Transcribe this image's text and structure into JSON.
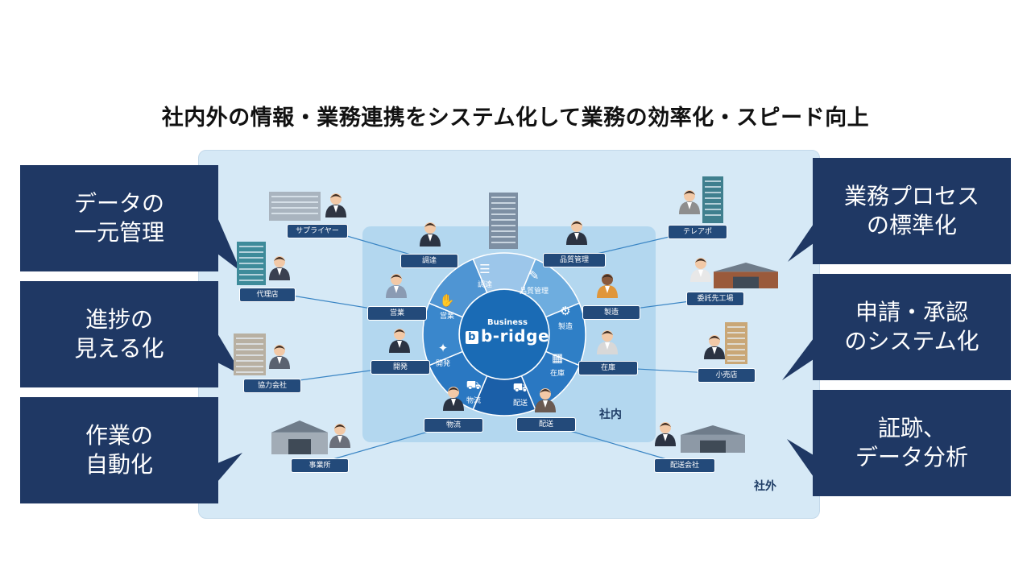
{
  "title": "社内外の情報・業務連携をシステム化して業務の効率化・スピード向上",
  "zones": {
    "internal": "社内",
    "external": "社外"
  },
  "hub": {
    "line1": "Business",
    "line2": "b-ridge",
    "logo_letter": "b",
    "color": "#1a6bb5"
  },
  "callouts_left": [
    {
      "text": "データの\n一元管理"
    },
    {
      "text": "進捗の\n見える化"
    },
    {
      "text": "作業の\n自動化"
    }
  ],
  "callouts_right": [
    {
      "text": "業務プロセス\nの標準化"
    },
    {
      "text": "申請・承認\nのシステム化"
    },
    {
      "text": "証跡、\nデータ分析"
    }
  ],
  "wheel_segments": [
    {
      "label": "調達",
      "icon": "document-icon",
      "glyph": "☰"
    },
    {
      "label": "品質管理",
      "icon": "checklist-icon",
      "glyph": "✎"
    },
    {
      "label": "製造",
      "icon": "gears-icon",
      "glyph": "⚙"
    },
    {
      "label": "在庫",
      "icon": "boxes-icon",
      "glyph": "▦"
    },
    {
      "label": "配送",
      "icon": "forklift-icon",
      "glyph": "⛟"
    },
    {
      "label": "物流",
      "icon": "truck-icon",
      "glyph": "⛟"
    },
    {
      "label": "開発",
      "icon": "lightbulb-icon",
      "glyph": "✦"
    },
    {
      "label": "営業",
      "icon": "handshake-icon",
      "glyph": "✋"
    }
  ],
  "internal_nodes": [
    {
      "label": "調達"
    },
    {
      "label": "品質管理"
    },
    {
      "label": "製造"
    },
    {
      "label": "在庫"
    },
    {
      "label": "配送"
    },
    {
      "label": "物流"
    },
    {
      "label": "開発"
    },
    {
      "label": "営業"
    }
  ],
  "external_nodes": [
    {
      "label": "サプライヤー"
    },
    {
      "label": "代理店"
    },
    {
      "label": "協力会社"
    },
    {
      "label": "事業所"
    },
    {
      "label": "テレアポ"
    },
    {
      "label": "委託先工場"
    },
    {
      "label": "小売店"
    },
    {
      "label": "配送会社"
    }
  ]
}
